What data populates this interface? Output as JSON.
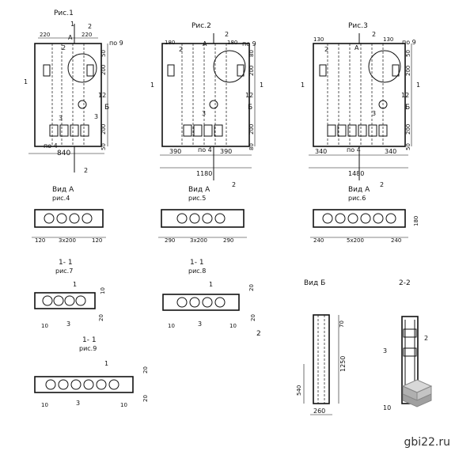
{
  "fig1": {
    "caption": "Рис.1",
    "width": "840",
    "d220a": "220",
    "d220b": "220",
    "d50a": "50",
    "d200a": "200",
    "d200b": "200",
    "d50b": "50",
    "po9": "по 9",
    "po4": "по 4",
    "n2": "2",
    "n3a": "3",
    "n3b": "3",
    "n12": "12",
    "b": "Б",
    "a": "А",
    "s1a": "1",
    "s1b": "1",
    "s2a": "2",
    "s2b": "2"
  },
  "fig2": {
    "caption": "Рис.2",
    "width": "1180",
    "left": "390",
    "right": "390",
    "d180a": "180",
    "d180b": "180",
    "d80": "80",
    "d200a": "200",
    "d200b": "200",
    "d80b": "80",
    "po9": "по 9",
    "po4": "по 4",
    "n2": "2",
    "n3": "3",
    "n12": "12",
    "b": "Б",
    "a": "А",
    "s1a": "1",
    "s1b": "1",
    "s2a": "2",
    "s2b": "2"
  },
  "fig3": {
    "caption": "Рис.3",
    "width": "1480",
    "left": "340",
    "right": "340",
    "d130a": "130",
    "d130b": "130",
    "d50a": "50",
    "d200a": "200",
    "d200b": "200",
    "d50b": "50",
    "po9": "по 9",
    "po4": "по 4",
    "n2": "2",
    "n3": "3",
    "n12": "12",
    "b": "Б",
    "a": "А",
    "s1a": "1",
    "s1b": "1",
    "s2a": "2",
    "s2b": "2"
  },
  "fig4": {
    "title": "Вид А",
    "caption": "рис.4",
    "mid": "3х200",
    "l": "120",
    "r": "120"
  },
  "fig5": {
    "title": "Вид А",
    "caption": "рис.5",
    "mid": "3х200",
    "l": "290",
    "r": "290"
  },
  "fig6": {
    "title": "Вид А",
    "caption": "рис.6",
    "mid": "5х200",
    "l": "240",
    "r": "240",
    "h": "180"
  },
  "fig7": {
    "title": "1- 1",
    "caption": "рис.7",
    "n1": "1",
    "d10": "10",
    "d3": "3",
    "d20": "20",
    "d10b": "10"
  },
  "fig8": {
    "title": "1- 1",
    "caption": "рис.8",
    "n1": "1",
    "d10": "10",
    "d3": "3",
    "d20": "20",
    "d10b": "10",
    "d20b": "20"
  },
  "fig9": {
    "title": "1- 1",
    "caption": "рис.9",
    "n1": "1",
    "d10": "10",
    "d3": "3",
    "d20": "20",
    "d10b": "10",
    "d20b": "20"
  },
  "vidb": {
    "title": "Вид Б",
    "h1250": "1250",
    "h540": "540",
    "w260": "260",
    "d70": "70"
  },
  "sec22": {
    "title": "2-2",
    "n2": "2",
    "n3": "3",
    "n10": "10"
  },
  "page_num": "2",
  "watermark": "gbi22.ru"
}
